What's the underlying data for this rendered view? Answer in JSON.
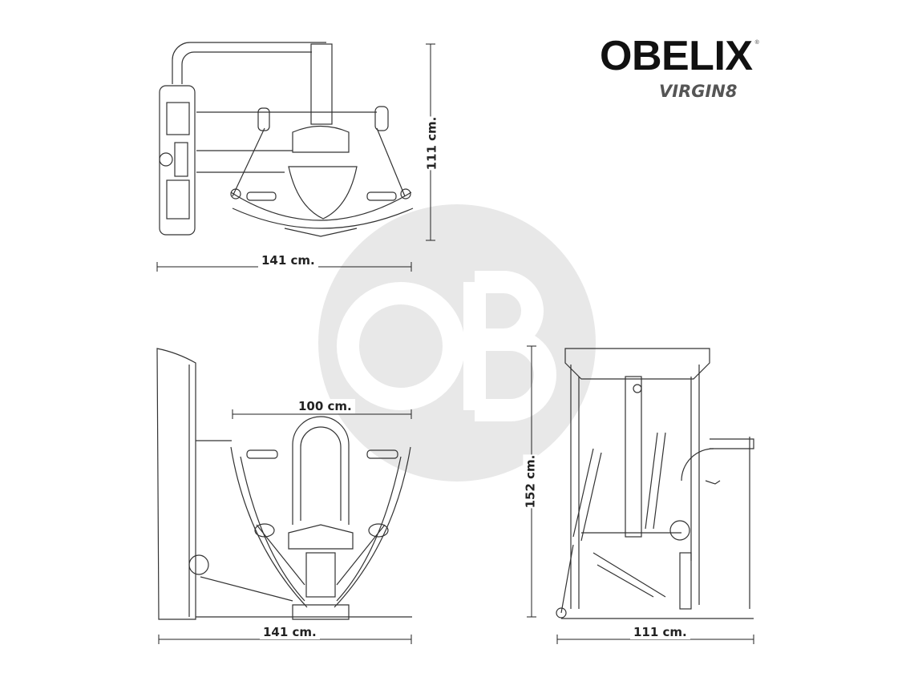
{
  "brand": {
    "name": "OBELIX",
    "registered": "®",
    "model": "VIRGIN8",
    "watermark": "OB"
  },
  "dimensions": {
    "top_view_width": "141 cm.",
    "top_view_depth": "111 cm.",
    "front_view_handles": "100 cm.",
    "front_view_width": "141 cm.",
    "side_view_height": "152 cm.",
    "side_view_depth": "111 cm."
  },
  "colors": {
    "line": "#333333",
    "watermark": "#e8e8e8",
    "brand": "#111111",
    "model": "#555555"
  }
}
